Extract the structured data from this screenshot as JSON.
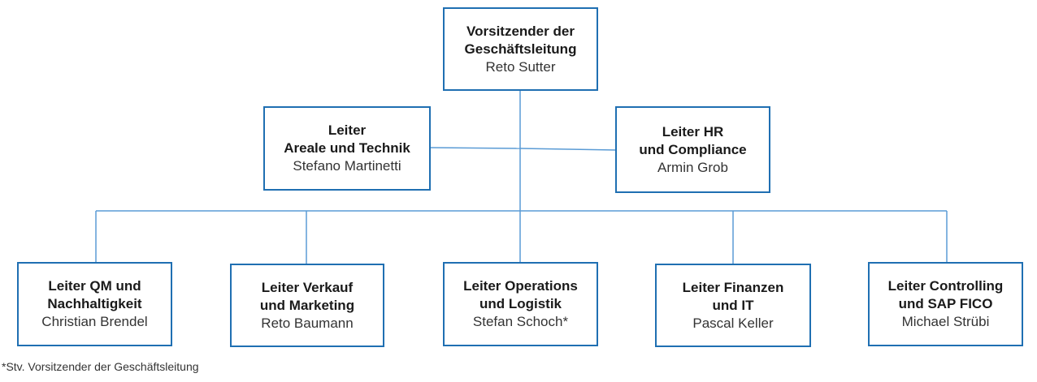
{
  "colors": {
    "accent": "#1f6fb2",
    "line": "#5a9bd5"
  },
  "nodes": {
    "ceo": {
      "role_1": "Vorsitzender der",
      "role_2": "Geschäftsleitung",
      "person": "Reto Sutter"
    },
    "areale": {
      "role_1": "Leiter",
      "role_2": "Areale und Technik",
      "person": "Stefano Martinetti"
    },
    "hr": {
      "role_1": "Leiter HR",
      "role_2": "und Compliance",
      "person": "Armin Grob"
    },
    "qm": {
      "role_1": "Leiter QM und",
      "role_2": "Nachhaltigkeit",
      "person": "Christian Brendel"
    },
    "verkauf": {
      "role_1": "Leiter Verkauf",
      "role_2": "und Marketing",
      "person": "Reto Baumann"
    },
    "operations": {
      "role_1": "Leiter Operations",
      "role_2": "und Logistik",
      "person": "Stefan Schoch*"
    },
    "finanzen": {
      "role_1": "Leiter Finanzen",
      "role_2": "und IT",
      "person": "Pascal Keller"
    },
    "controlling": {
      "role_1": "Leiter Controlling",
      "role_2": "und SAP FICO",
      "person": "Michael Strübi"
    }
  },
  "footnote": "*Stv. Vorsitzender der Geschäftsleitung"
}
